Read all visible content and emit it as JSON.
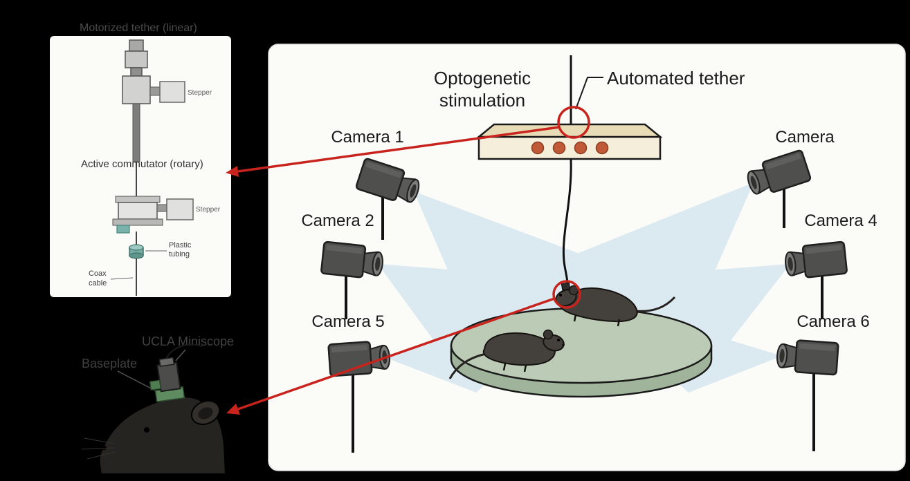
{
  "figure": {
    "left": {
      "title": "Motorized tether (linear)",
      "stepper_top": "Stepper",
      "commutator": "Active commutator (rotary)",
      "stepper_side": "Stepper",
      "tubing_line1": "Plastic",
      "tubing_line2": "tubing",
      "cable_line1": "Coax",
      "cable_line2": "cable",
      "miniscope": "UCLA Miniscope",
      "baseplate": "Baseplate"
    },
    "main": {
      "opto_line1": "Optogenetic",
      "opto_line2": "stimulation",
      "tether": "Automated tether",
      "cameras": [
        {
          "label": "Camera 1"
        },
        {
          "label": "Camera 2"
        },
        {
          "label": "Camera 5"
        },
        {
          "label": "Camera"
        },
        {
          "label": "Camera 4"
        },
        {
          "label": "Camera 6"
        }
      ]
    },
    "colors": {
      "background": "#000000",
      "panel": "#fbfbf8",
      "beam": "#bcd8ea",
      "platform_top": "#bccbb5",
      "platform_side": "#9fb49a",
      "box_top": "#e7dcb6",
      "box_front": "#f4eeda",
      "dot": "#c05a36",
      "annotation_red": "#c8231d",
      "camera_body": "#4f4f4d",
      "tether_line": "#111111",
      "mouse_fur": "#44403c"
    }
  }
}
